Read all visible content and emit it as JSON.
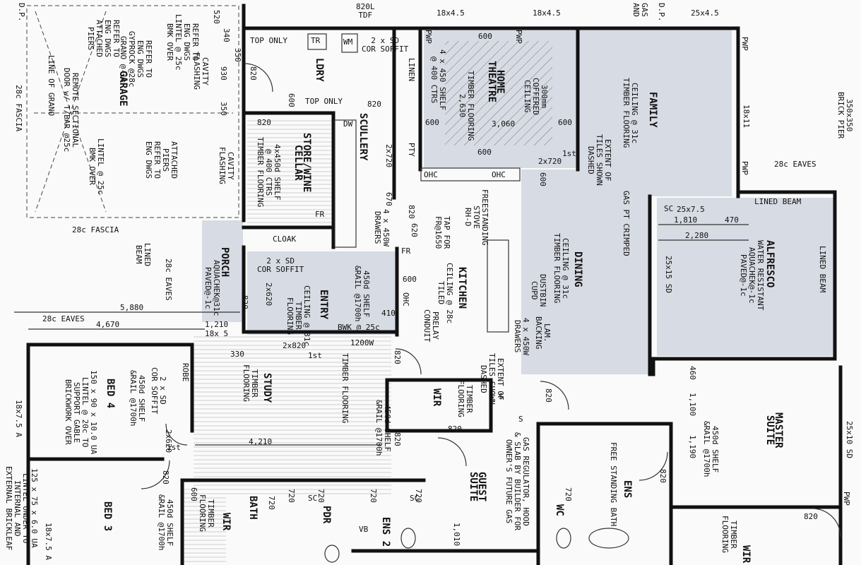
{
  "rooms": {
    "garage": "GARAGE",
    "laundry": "LDRY",
    "store_wine": "STORE/WINE\nCELLAR",
    "scullery": "SCULLERY",
    "home_theatre": "HOME\nTHEATRE",
    "family": "FAMILY",
    "dining": "DINING",
    "kitchen": "KITCHEN",
    "alfresco": "ALFRESCO",
    "porch": "PORCH",
    "entry": "ENTRY",
    "study": "STUDY",
    "bed4": "BED 4",
    "bed3": "BED 3",
    "wir_guest": "WIR",
    "guest_suite": "GUEST\nSUITE",
    "master_suite": "MASTER\nSUITE",
    "ens": "ENS",
    "wc": "WC",
    "bath": "BATH",
    "pdr": "PDR",
    "ens2": "ENS 2",
    "wir_master": "WIR",
    "wir_bed3": "WIR",
    "robe": "ROBE",
    "cloak": "CLOAK",
    "linen": "LINEN",
    "pty": "PTY"
  },
  "notes": {
    "top_only_1": "TOP ONLY",
    "top_only_2": "TOP ONLY",
    "cor_soffit_1": "2 x SD\nCOR SOFFIT",
    "cor_soffit_2": "2 x SD\nCOR SOFFIT",
    "cor_soffit_3": "2 x SD\nCOR SOFFIT",
    "eaves_28_top": "28c EAVES",
    "eaves_28_left": "28c EAVES",
    "eaves_28_porch": "28c EAVES",
    "fascia_bottom": "28c FASCIA",
    "fascia_left": "28c FASCIA",
    "lined_beam_left": "LINED\nBEAM",
    "lined_beam_top": "LINED BEAM",
    "lined_beam_right": "LINED BEAM",
    "brick_pier": "350x350\nBRICK PIER",
    "remote_door": "REMOTE SECTIONAL\nDOOR w/ T/BAR @25c",
    "line_of_grano": "LINE OF GRANO",
    "garage_gyprock": "REFER TO\nENG DWGS\nGYPROCK @28c\nGRANO @-1c",
    "garage_piers": "REFER TO\nENG DWGS\nATTACHED\nPIERS",
    "garage_lintel": "REFER TO\nENG DWGS\nLINTEL @ 25c\nBMK OVER",
    "garage_lintel2": "LINTEL @ 25c\nBMK OVER",
    "cavity_flashing_1": "CAVITY\nFLASHING",
    "cavity_flashing_2": "CAVITY\nFLASHING",
    "attached_piers_2": "ATTACHED\nPIERS\nREFER TO\nENG DWGS",
    "theatre_ceiling": "300mm\nCOFFERED\nCEILING",
    "theatre_floor": "TIMBER FLOORING\n2,630",
    "theatre_shelf": "4 x 450 SHELF\n@ 400 CTRS",
    "family_ceiling": "CEILING @ 31c\nTIMBER FLOORING",
    "extent_tiles": "EXTENT OF\nTILES SHOWN\nDASHED",
    "gas_pt": "GAS PT CRIMPED",
    "dining_ceiling": "CEILING @ 31c\nTIMBER FLOORING",
    "dustbin": "DUSTBIN\nCUPD",
    "lam_backing": "LAM.\nBACKING",
    "kitchen_ceiling": "CEILING @ 28c\nTILED",
    "freestanding_stove": "FREESTANDING\nSTOVE\nRH-D",
    "tap_fr": "TAP FOR\nFR@1650",
    "prelay_conduit": "PRELAY\nCONDUIT",
    "drawers_4x": "4 x 450W\nDRAWERS",
    "extent_tiles_2": "EXTENT OF\nTILES SHOWN\nDASHED",
    "alfresco_paved": "WATER RESISTANT\nAQUACHEK@-1c\nPAVED@-1c",
    "porch_paved": "AQUACHEK@31c\nPAVED@-1c",
    "entry_ceiling": "CEILING @ 31c\nTIMBER\nFLOORING",
    "entry_shelf": "450d SHELF\n&RAIL @1700h",
    "bwk": "BWK @ 25c",
    "store_shelf": "4x450d SHELF\n@ 400 CTRS\nTIMBER FLOORING",
    "scullery_drawers": "4 x 450W\nDRAWERS",
    "study_floor": "TIMBER\nFLOORING",
    "corridor_floor": "TIMBER FLOORING",
    "bed4_lintel": "150 x 90 x 10.0 UA\nLINTEL @ 20c TO\nSUPPORT GABLE\nBRICKWORK OVER",
    "bed4_shelf": "450d SHELF\n&RAIL @1700h",
    "wir_shelf": "450d SHELF\n&RAIL @1700h",
    "wir_timber": "TIMBER\nFLOORING",
    "gas_regulator": "GAS REGULATOR, HOOD\n& SLAB BY BUILDER FOR\nOWNER'S FUTURE GAS",
    "free_standing_bath": "FREE STANDING BATH",
    "master_shelf": "450d SHELF\n&RAIL @1700h",
    "wir_master_floor": "TIMBER\nFLOORING",
    "bed3_shelf": "450d SHELF\n&RAIL @1700h",
    "bed3_timber": "TIMBER\nFLOORING",
    "bed3_lintel": "125 x 75 x 6.0 UA\nLINTEL UNDER TO\nINTERNAL AND\nEXTERNAL BRICKLEAF",
    "ohc_1": "OHC",
    "ohc_2": "OHC",
    "ohc_3": "OHC",
    "pwp_1": "PWP",
    "pwp_2": "PWP",
    "pwp_3": "PWP",
    "pwp_4": "PWP",
    "pwp_5": "PWP",
    "tdf": "820L\nTDF",
    "dp_1": "D.P.",
    "dp_2": "D.P.",
    "gas_grid": "GAS\nAND",
    "vm": "WM",
    "tr": "TR",
    "fr": "FR",
    "dw": "DW",
    "fr2": "FR",
    "s1": "S",
    "s2": "S",
    "one_st_1": "1st",
    "one_st_2": "1st",
    "one_st_3": "1st",
    "sc": "SC",
    "sc2": "SC",
    "sc3": "SC",
    "vb": "VB"
  },
  "dimensions": {
    "d_18x45_a": "18x4.5",
    "d_18x45_b": "18x4.5",
    "d_25x45": "25x4.5",
    "d_18x11": "18x11",
    "d_25x75": "25x7.5",
    "d_1810": "1,810",
    "d_470": "470",
    "d_2280": "2,280",
    "d_25x15": "25x15 SD",
    "d_5880": "5,880",
    "d_4670": "4,670",
    "d_1210": "1,210",
    "d_18x5": "18x 5",
    "d_4210": "4,210",
    "d_1200w": "1200W",
    "d_410": "410",
    "d_330": "330",
    "d_3060": "3,060",
    "d_460": "460",
    "d_1100": "1,100",
    "d_1190": "1,190",
    "d_1010": "1,010",
    "d_25x10": "25x10 SD",
    "d_18x75a": "18x7.5 A",
    "d_18x75b": "18x7.5 A",
    "d_520": "520",
    "d_340": "340",
    "d_930": "930",
    "d_350": "350",
    "d_350b": "350",
    "d_2720a": "2x720",
    "d_2720b": "2x720",
    "d_2820": "2x820",
    "d_2620": "2x620",
    "d_670": "670",
    "d_720a": "720",
    "d_720b": "720",
    "d_720c": "720",
    "d_720d": "720",
    "d_720e": "720",
    "d_720f": "720",
    "d_600a": "600",
    "d_600b": "600",
    "d_600c": "600",
    "d_600d": "600",
    "d_600e": "600",
    "d_600f": "600",
    "d_600g": "600",
    "d_600h": "600",
    "d_820a": "820",
    "d_820b": "820",
    "d_820c": "820",
    "d_820d": "820",
    "d_820e": "820",
    "d_820f": "820",
    "d_820g": "820",
    "d_820h": "820",
    "d_820i": "820",
    "d_820j": "820",
    "d_820k": "820",
    "d_820l": "820",
    "d_620": "620",
    "d_2x620": "2x620"
  }
}
